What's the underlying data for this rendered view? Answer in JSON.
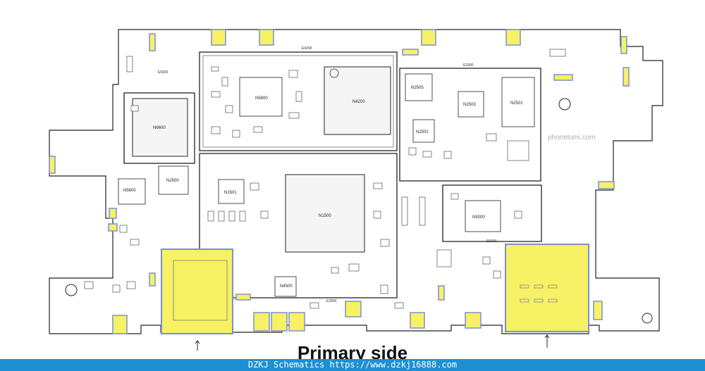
{
  "caption": "Primary side",
  "watermark": "phonelumi.com",
  "footer": "DZKJ Schematics https://www.dzkj16888.com",
  "chips": [
    {
      "id": "n6600",
      "label": "N6600"
    },
    {
      "id": "n4200",
      "label": "N4200"
    },
    {
      "id": "n5800",
      "label": "N5800"
    },
    {
      "id": "n1501",
      "label": "N1501"
    },
    {
      "id": "n1500",
      "label": "N1500"
    },
    {
      "id": "n2500",
      "label": "N2500"
    },
    {
      "id": "n5600",
      "label": "N5600"
    },
    {
      "id": "n4500",
      "label": "N4500"
    },
    {
      "id": "n2505",
      "label": "N2505"
    },
    {
      "id": "n2503",
      "label": "N2503"
    },
    {
      "id": "n2501",
      "label": "N2501"
    },
    {
      "id": "n2502",
      "label": "N2502"
    },
    {
      "id": "n5000",
      "label": "N5000"
    }
  ],
  "refs": [
    {
      "id": "e4200",
      "label": "E4200"
    },
    {
      "id": "e2900",
      "label": "E2900"
    },
    {
      "id": "e5000a",
      "label": "E5000"
    },
    {
      "id": "e2800",
      "label": "E2800"
    },
    {
      "id": "e5000b",
      "label": "E5000"
    }
  ],
  "colors": {
    "highlight_fill": "#f6f165",
    "highlight_stroke": "#7b8fd6",
    "outline": "#222222",
    "footer_bg": "#1e8fd3"
  }
}
